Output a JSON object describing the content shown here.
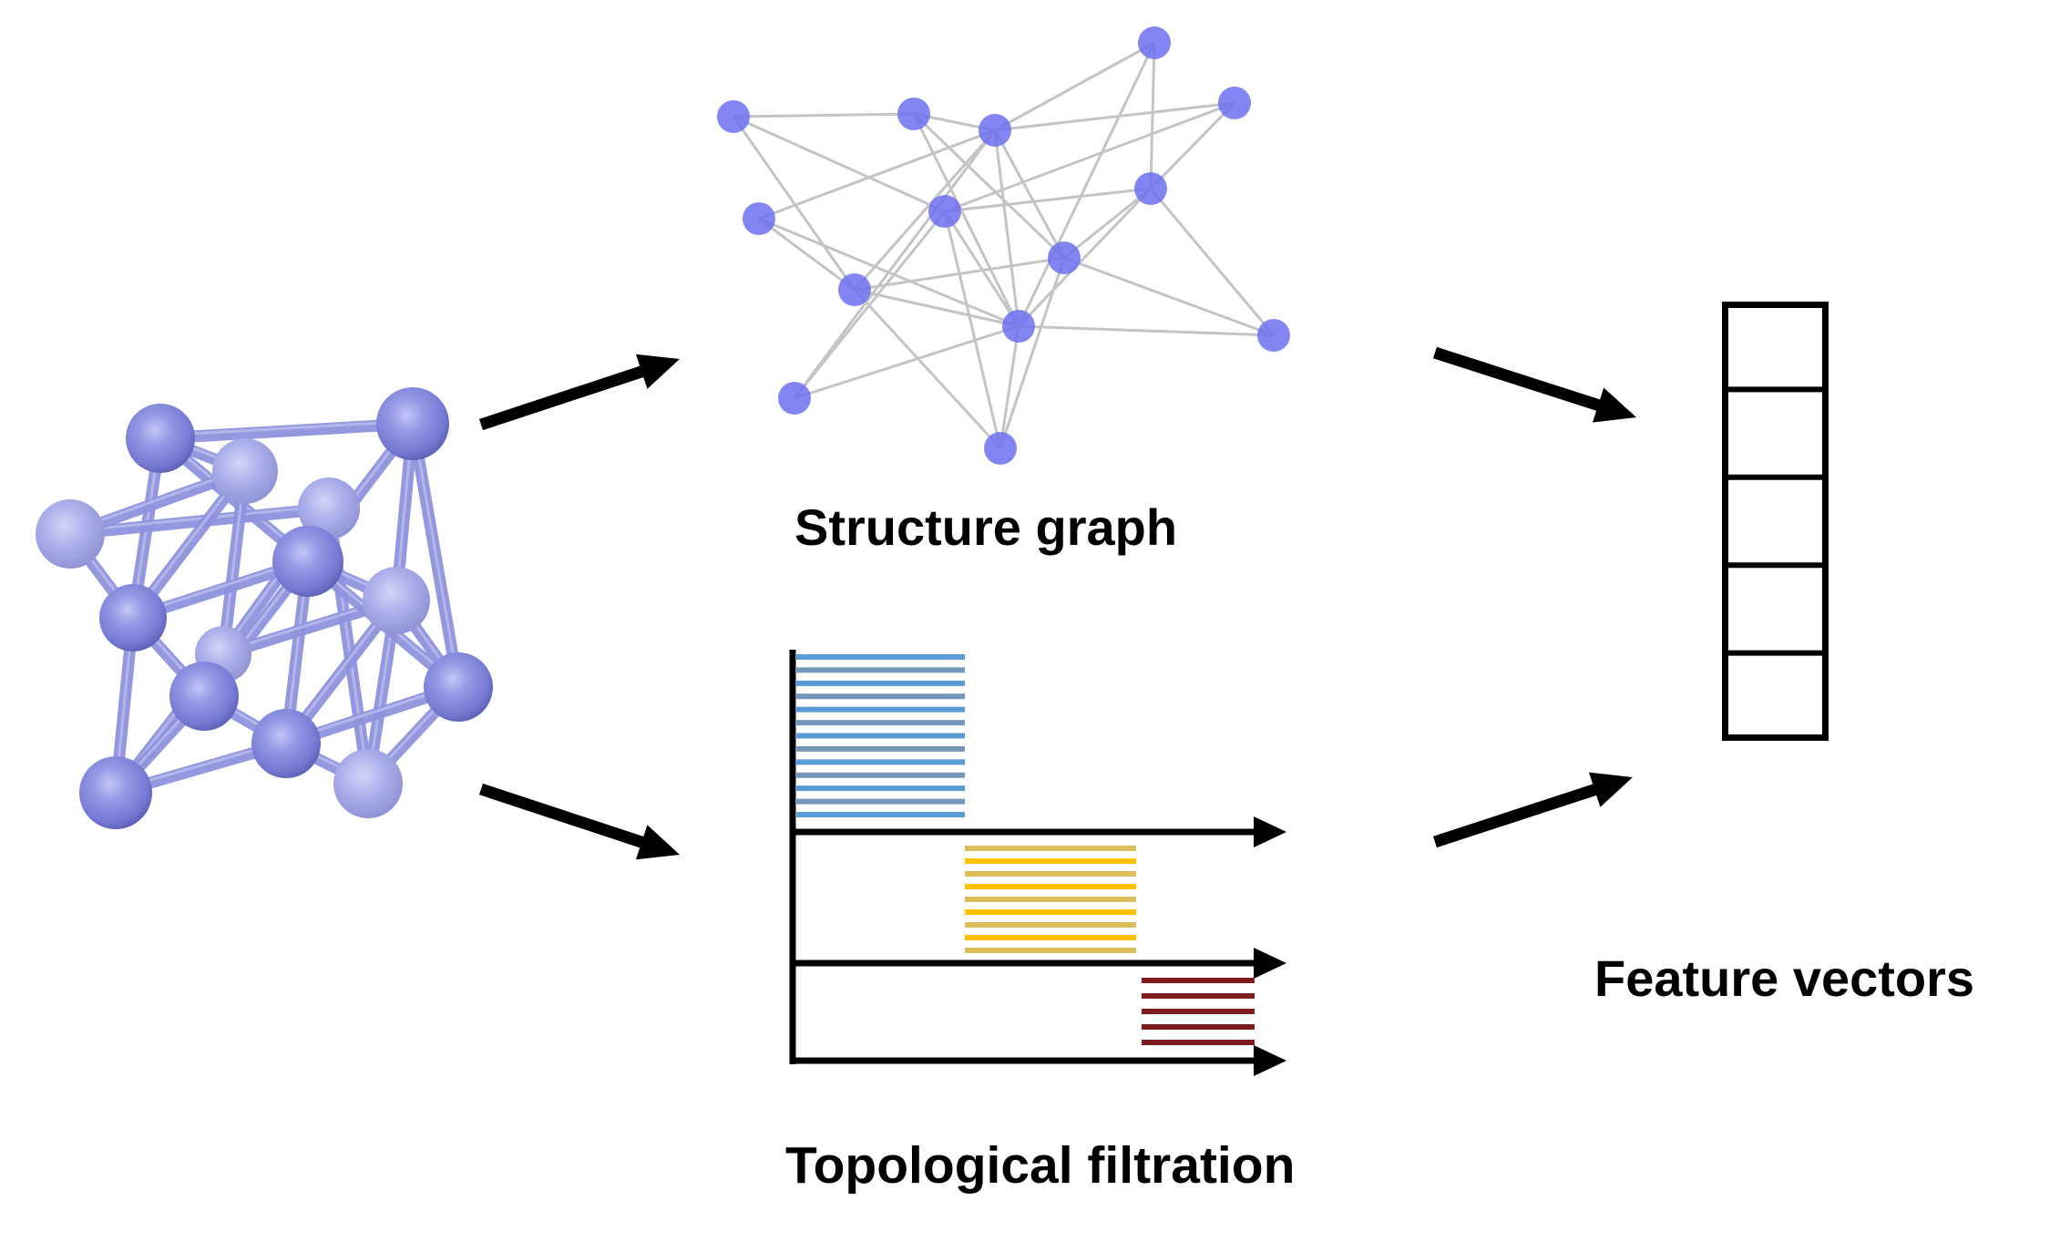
{
  "labels": {
    "structure_graph": "Structure graph",
    "topological_filtration": "Topological filtration",
    "feature_vectors": "Feature vectors"
  },
  "colors": {
    "atom": "#7d80d8",
    "atom_highlight": "#b4b7f4",
    "atom_rim": "#5a5cb0",
    "bond": "#8f93de",
    "graph_node": "#6c70f0",
    "graph_edge": "#c4c4c4",
    "bar_blue": "#5b9bd5",
    "bar_blue_alt": "#7496b8",
    "bar_yellow": "#ffc000",
    "bar_yellow_alt": "#dcbd5a",
    "bar_red": "#7f1d1d",
    "arrow": "#000000"
  },
  "crystal": {
    "atom_count": 14
  },
  "graph": {
    "node_count": 14,
    "edges": [
      [
        "A",
        "B"
      ],
      [
        "A",
        "G"
      ],
      [
        "A",
        "J"
      ],
      [
        "B",
        "C"
      ],
      [
        "B",
        "I"
      ],
      [
        "B",
        "K"
      ],
      [
        "C",
        "D"
      ],
      [
        "C",
        "E"
      ],
      [
        "C",
        "I"
      ],
      [
        "C",
        "J"
      ],
      [
        "C",
        "M"
      ],
      [
        "C",
        "K"
      ],
      [
        "F",
        "C"
      ],
      [
        "F",
        "K"
      ],
      [
        "F",
        "J"
      ],
      [
        "G",
        "H"
      ],
      [
        "G",
        "K"
      ],
      [
        "G",
        "N"
      ],
      [
        "G",
        "M"
      ],
      [
        "D",
        "K"
      ],
      [
        "D",
        "H"
      ],
      [
        "E",
        "G"
      ],
      [
        "E",
        "H"
      ],
      [
        "H",
        "I"
      ],
      [
        "H",
        "L"
      ],
      [
        "I",
        "J"
      ],
      [
        "I",
        "L"
      ],
      [
        "I",
        "N"
      ],
      [
        "H",
        "K"
      ],
      [
        "J",
        "K"
      ],
      [
        "J",
        "N"
      ],
      [
        "K",
        "L"
      ],
      [
        "K",
        "M"
      ],
      [
        "K",
        "N"
      ]
    ]
  },
  "filtration": {
    "stages": [
      {
        "name": "stage-1",
        "bar_count": 13,
        "color": "blue"
      },
      {
        "name": "stage-2",
        "bar_count": 9,
        "color": "yellow"
      },
      {
        "name": "stage-3",
        "bar_count": 5,
        "color": "red"
      }
    ]
  },
  "feature_vector": {
    "cell_count": 5
  }
}
